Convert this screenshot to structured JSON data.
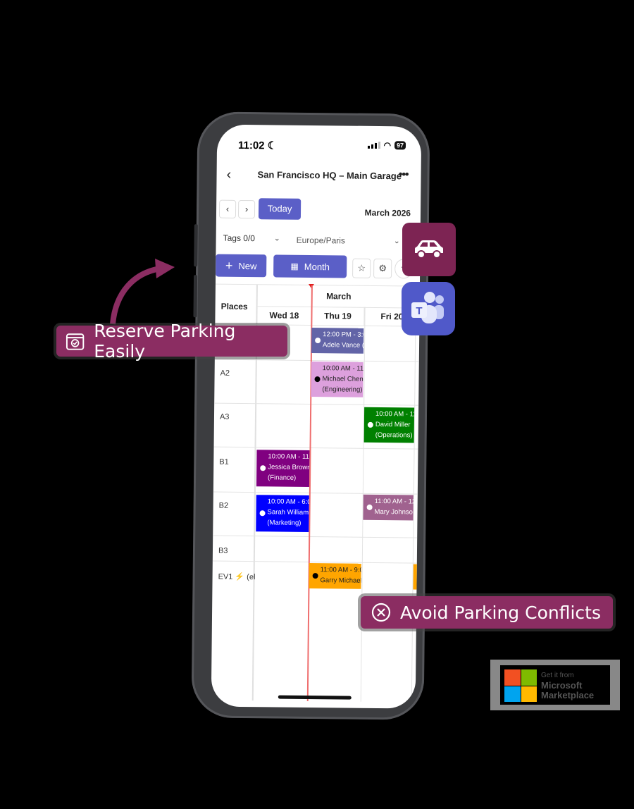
{
  "status_bar": {
    "time": "11:02",
    "battery": "97"
  },
  "header": {
    "title": "San Francisco HQ – Main Garage",
    "back_icon": "‹",
    "more_icon": "•••"
  },
  "nav": {
    "prev": "‹",
    "next": "›",
    "today_label": "Today",
    "month_year": "March 2026"
  },
  "filters": {
    "tags_label": "Tags 0/0",
    "timezone": "Europe/Paris"
  },
  "toolbar": {
    "new_label": "New",
    "view_label": "Month",
    "favorite_icon": "☆",
    "settings_icon": "⚙",
    "help_icon": "?"
  },
  "calendar": {
    "places_header": "Places",
    "month_header": "March",
    "days": [
      "Wed 18",
      "Thu 19",
      "Fri 20"
    ],
    "places": [
      "",
      "A2",
      "A3",
      "B1",
      "B2",
      "B3",
      "EV1 ⚡ (el"
    ],
    "events": [
      {
        "time": "12:00 PM - 3:0",
        "name": "Adele Vance (I",
        "dept": "",
        "color": "#6264a7",
        "dot": "#ffffff",
        "text": "#ffffff"
      },
      {
        "time": "10:00 AM - 11",
        "name": "Michael Chen",
        "dept": "(Engineering)",
        "color": "#dda0dd",
        "dot": "#000000",
        "text": "#222222"
      },
      {
        "time": "10:00 AM - 11",
        "name": "David Miller",
        "dept": "(Operations)",
        "color": "#008000",
        "dot": "#ffffff",
        "text": "#ffffff"
      },
      {
        "time": "10:00 AM - 11",
        "name": "Jessica Brown",
        "dept": "(Finance)",
        "color": "#800080",
        "dot": "#ffffff",
        "text": "#ffffff"
      },
      {
        "time": "10:00 AM - 6:0",
        "name": "Sarah Williams",
        "dept": "(Marketing)",
        "color": "#0000ff",
        "dot": "#ffffff",
        "text": "#ffffff"
      },
      {
        "time": "11:00 AM - 12",
        "name": "Mary Johnson",
        "dept": "",
        "color": "#a0628f",
        "dot": "#ffffff",
        "text": "#ffffff"
      },
      {
        "time": "11:00 AM - 9:0",
        "name": "Garry Michael",
        "dept": "",
        "color": "#ffa500",
        "dot": "#000000",
        "text": "#222222"
      }
    ]
  },
  "callouts": {
    "reserve": "Reserve Parking Easily",
    "avoid": "Avoid Parking Conflicts"
  },
  "marketplace": {
    "line1": "Get it from",
    "line2": "Microsoft",
    "line3": "Marketplace"
  },
  "colors": {
    "accent": "#5b5fc7",
    "brand": "#8b2d62",
    "teams": "#5059c9"
  }
}
